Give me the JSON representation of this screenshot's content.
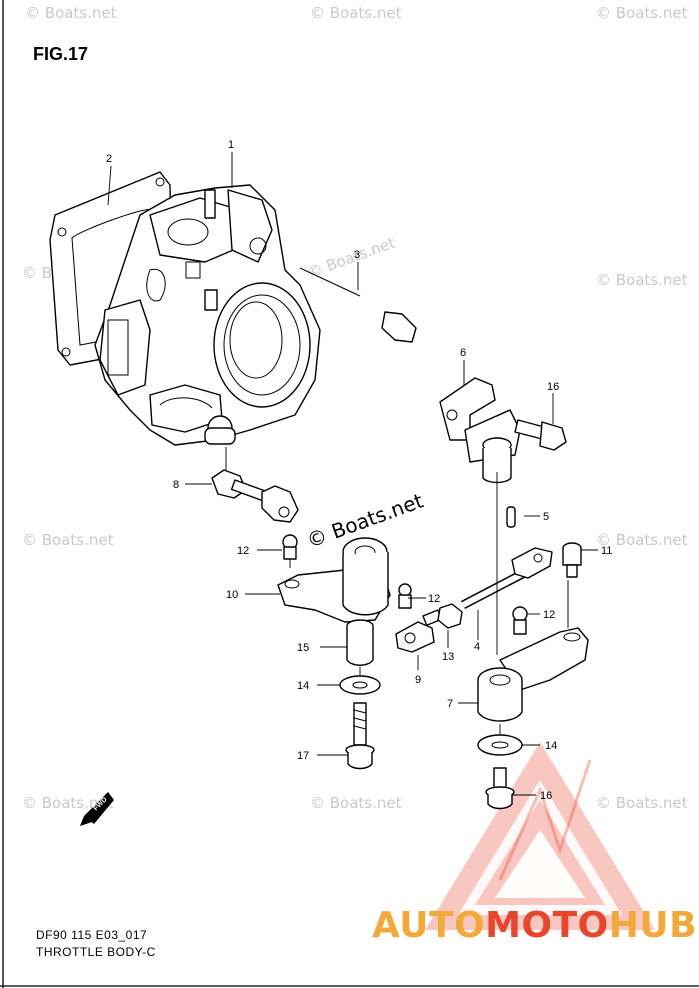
{
  "figure": {
    "title": "FIG.17",
    "code": "DF90 115 E03_017",
    "name": "THROTTLE  BODY-C",
    "direction_label": "FWD"
  },
  "callouts": [
    {
      "id": "c1",
      "label": "1"
    },
    {
      "id": "c2",
      "label": "2"
    },
    {
      "id": "c3",
      "label": "3"
    },
    {
      "id": "c4",
      "label": "4"
    },
    {
      "id": "c5",
      "label": "5"
    },
    {
      "id": "c6",
      "label": "6"
    },
    {
      "id": "c7",
      "label": "7"
    },
    {
      "id": "c8",
      "label": "8"
    },
    {
      "id": "c9",
      "label": "9"
    },
    {
      "id": "c10",
      "label": "10"
    },
    {
      "id": "c11",
      "label": "11"
    },
    {
      "id": "c12a",
      "label": "12"
    },
    {
      "id": "c12b",
      "label": "12"
    },
    {
      "id": "c12c",
      "label": "12"
    },
    {
      "id": "c13",
      "label": "13"
    },
    {
      "id": "c14a",
      "label": "14"
    },
    {
      "id": "c14b",
      "label": "14"
    },
    {
      "id": "c15",
      "label": "15"
    },
    {
      "id": "c16a",
      "label": "16"
    },
    {
      "id": "c16b",
      "label": "16"
    },
    {
      "id": "c17",
      "label": "17"
    }
  ],
  "watermark": {
    "text": "© Boats.net",
    "center_text": "© Boats.net"
  },
  "brand": {
    "part1": "AUTO",
    "part2": "MOTO",
    "part3": "HUB",
    "color_primary": "#e8452f",
    "color_secondary": "#f2a93b"
  }
}
